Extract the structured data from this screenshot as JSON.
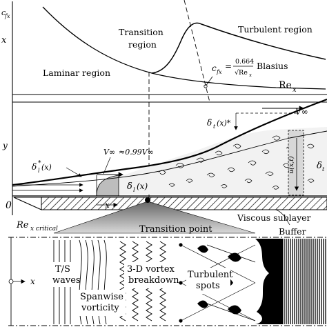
{
  "top_panel": {
    "cf_symbol": "c",
    "cf_sub": "fx",
    "axis_top_label": "x",
    "laminar_region": "Laminar region",
    "transition_region_line1": "Transition",
    "transition_region_line2": "region",
    "turbulent_region": "Turbulent region",
    "blasius_cf": "c",
    "blasius_cf_sub": "fx",
    "blasius_eq": "=",
    "blasius_num": "0.664",
    "blasius_den": "√Re",
    "blasius_den_sub": "x",
    "blasius_label": "Blasius",
    "re_axis": "Re",
    "re_axis_sub": "x"
  },
  "middle_panel": {
    "v_inf_top": "V∞",
    "delta_t_star": "δ",
    "delta_t_star_sub": "t",
    "delta_t_star_arg": "(x)*",
    "v_inf_left": "V∞",
    "approx_099": "≈0.99V∞",
    "delta_l_star": "δ",
    "delta_l_star_sub": "l",
    "delta_l_star_sup": "*",
    "delta_l_star_arg": "(x)",
    "delta_l": "δ",
    "delta_l_sub": "l",
    "delta_l_arg": "(x)",
    "u_bar": "ū(x,t)",
    "delta_t_right": "δ",
    "delta_t_right_sub": "t",
    "y_axis": "y",
    "x_axis": "x",
    "origin": "0"
  },
  "bottom_panel": {
    "re_critical": "Re",
    "re_critical_sub": "x critical",
    "transition_point": "Transition point",
    "viscous_sublayer": "Viscous sublayer",
    "buffer": "Buffer",
    "ts_line1": "T/S",
    "ts_line2": "waves",
    "spanwise_line1": "Spanwise",
    "spanwise_line2": "vorticity",
    "breakdown_line1": "3-D vortex",
    "breakdown_line2": "breakdown",
    "spots_line1": "Turbulent",
    "spots_line2": "spots",
    "x_axis": "x"
  }
}
